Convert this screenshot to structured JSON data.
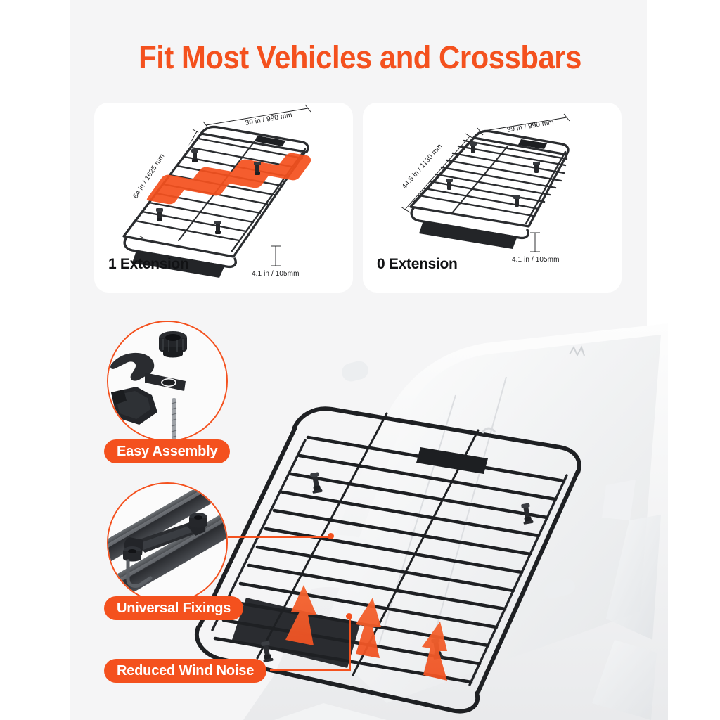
{
  "page": {
    "background": "#f5f5f6",
    "accent": "#F4511E",
    "text_dark": "#111214"
  },
  "header": {
    "title": "Fit Most Vehicles and Crossbars"
  },
  "spec_cards": [
    {
      "id": "one-extension",
      "label": "1 Extension",
      "width": "39 in / 990 mm",
      "length": "64 in / 1625 mm",
      "height": "4.1 in / 105mm",
      "has_extension_highlight": true
    },
    {
      "id": "zero-extension",
      "label": "0 Extension",
      "width": "39 in / 990 mm",
      "length": "44.5 in / 1130 mm",
      "height": "4.1 in / 105mm",
      "has_extension_highlight": false
    }
  ],
  "features": [
    {
      "id": "easy-assembly",
      "badge": "Easy Assembly"
    },
    {
      "id": "universal-fixings",
      "badge": "Universal Fixings"
    },
    {
      "id": "reduced-wind-noise",
      "badge": "Reduced Wind Noise"
    }
  ],
  "hero": {
    "alt": "Black steel roof rack cargo basket mounted on white SUV roof",
    "airflow_arrows": 3
  }
}
